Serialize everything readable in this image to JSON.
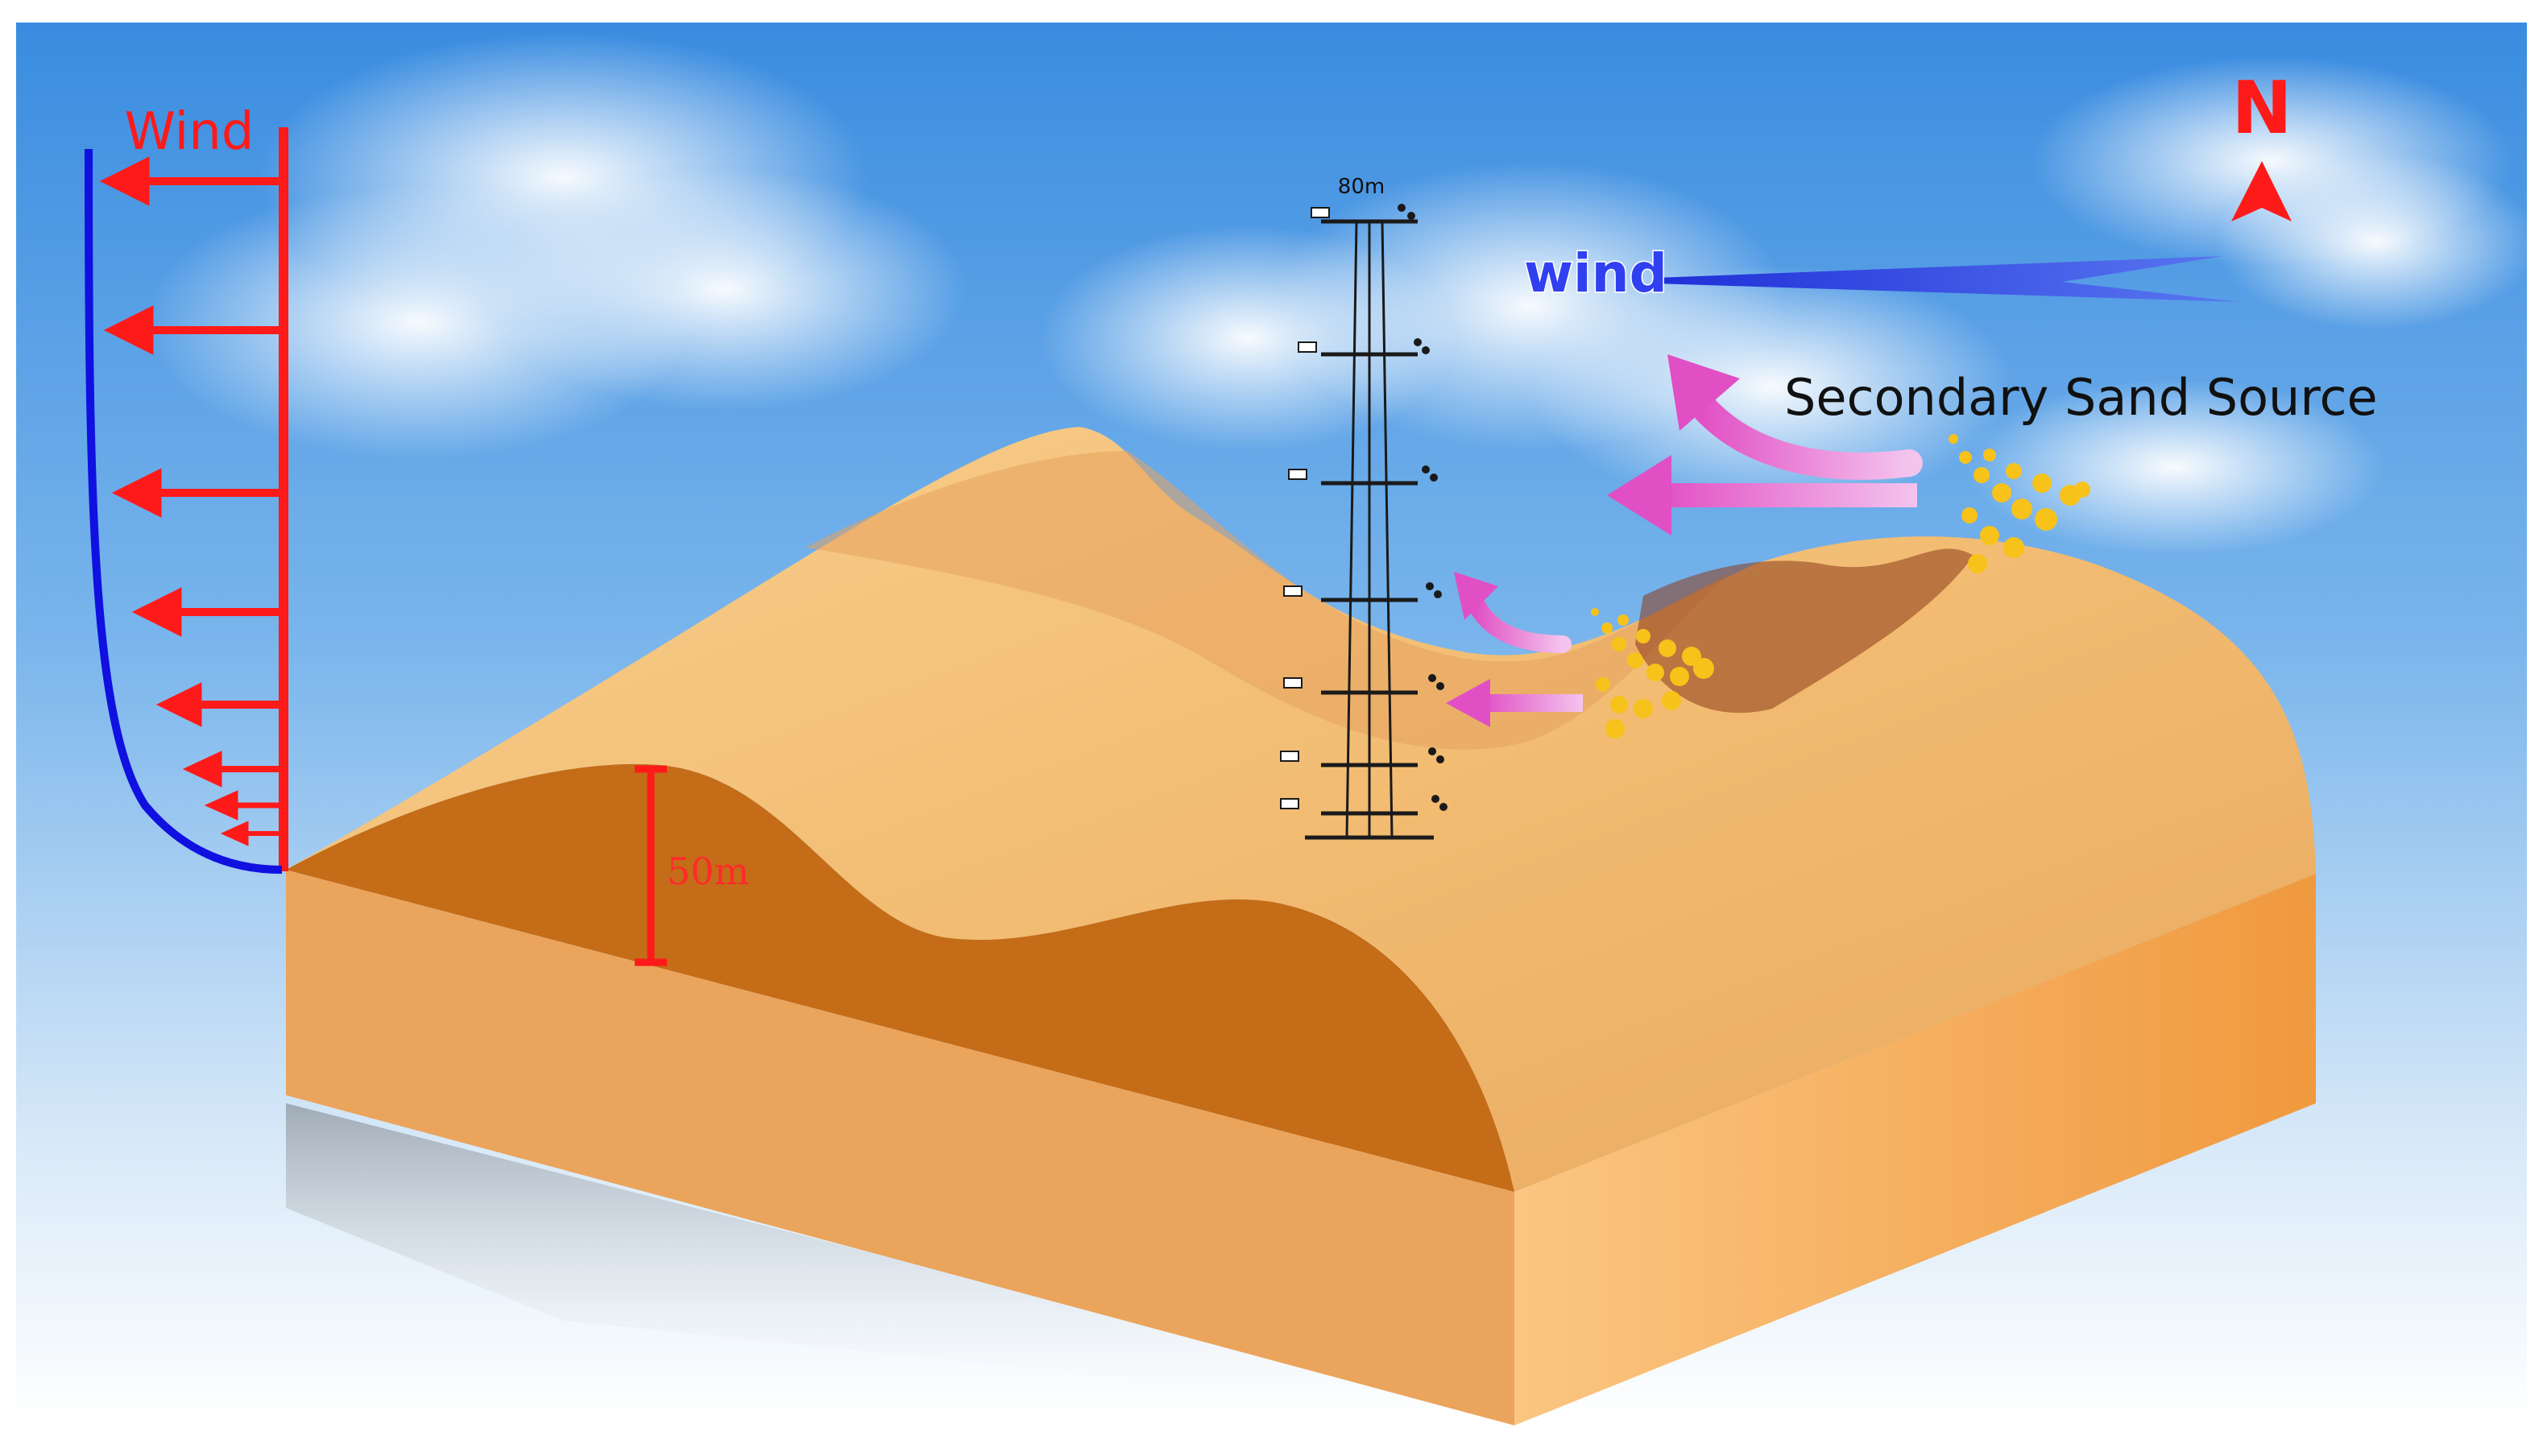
{
  "labels": {
    "profile_wind": "Wind",
    "tower_height": "80m",
    "wind": "wind",
    "source": "Secondary Sand Source",
    "north": "N",
    "dune_height": "50m"
  },
  "colors": {
    "sky_top": "#3c8fe0",
    "sky_bottom": "#ffffff",
    "profile_red": "#ff1a1a",
    "profile_blue": "#1010e0",
    "wind_blue": "#2f3fe8",
    "sand_light": "#f6c27a",
    "sand_side": "#e8a35a",
    "sand_dark_cut": "#c46c17",
    "flow_pink": "#e858c8",
    "grain_yellow": "#f7c21a"
  },
  "icons": {
    "north_arrow": "north-arrow-icon",
    "tower": "met-tower-icon"
  }
}
